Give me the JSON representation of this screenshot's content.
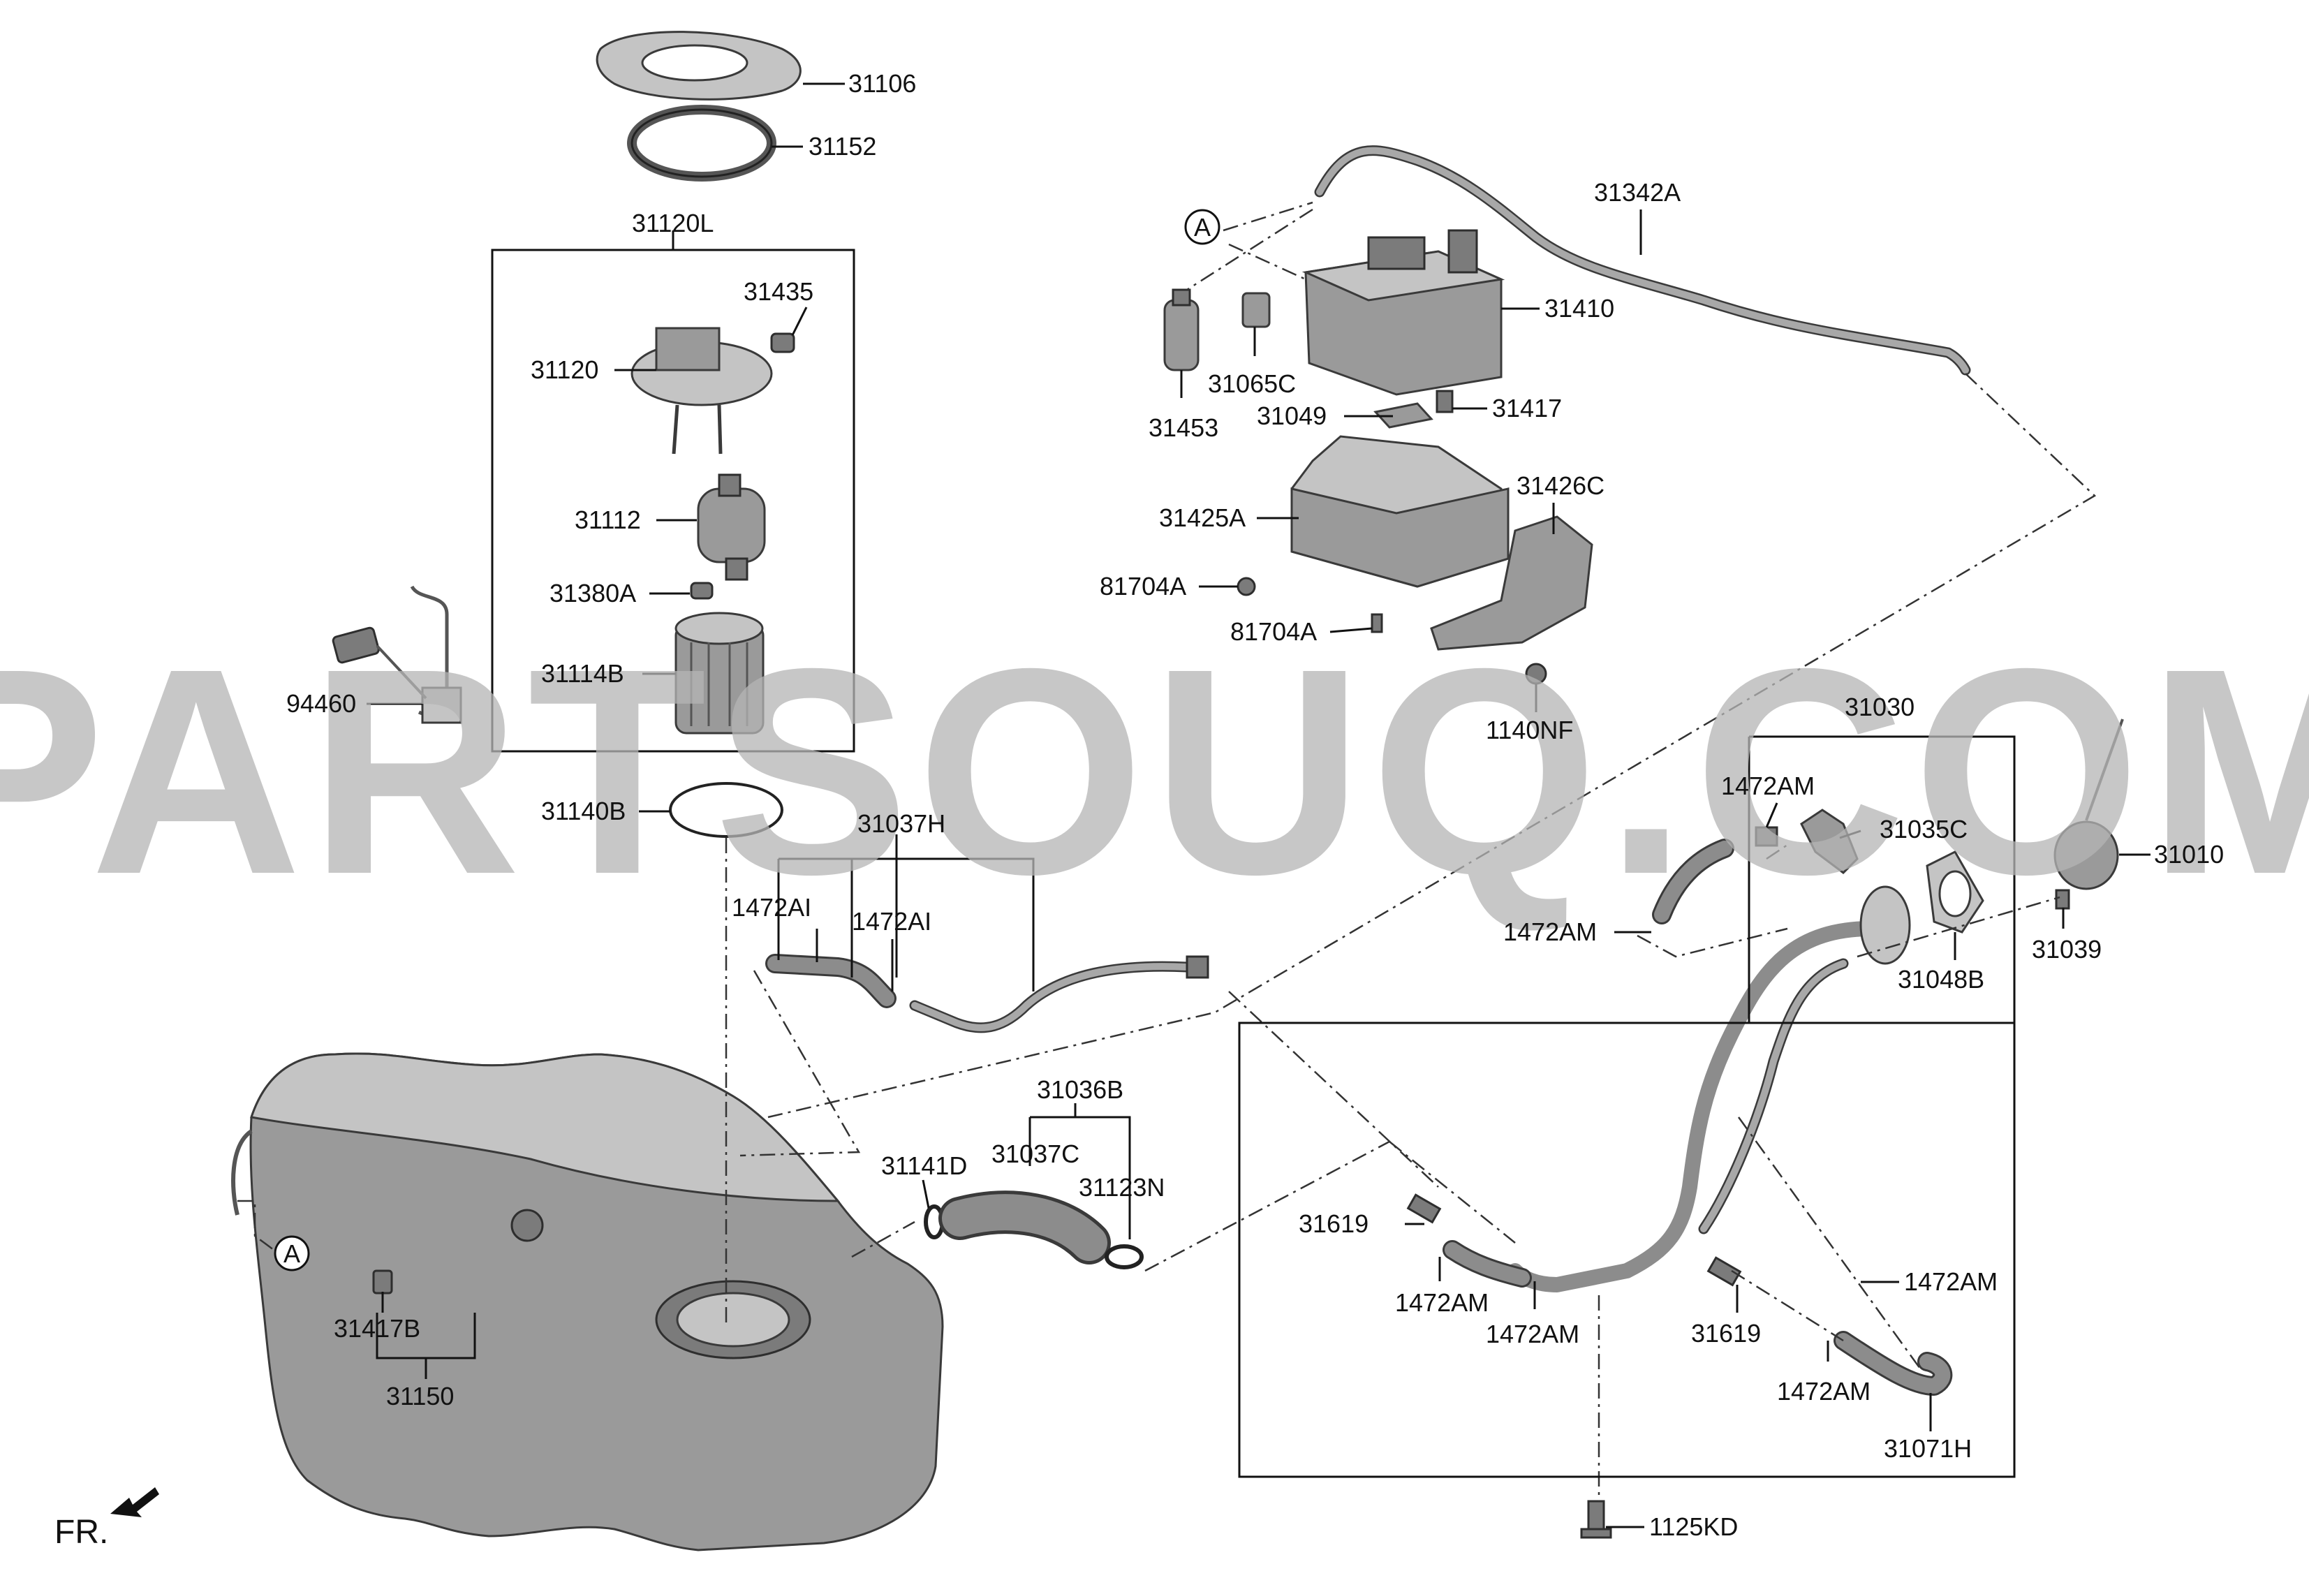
{
  "watermark": "PARTSOUQ.COM",
  "front_marker": "FR.",
  "callout_ref": "A",
  "labels": {
    "p31106": "31106",
    "p31152": "31152",
    "p31120L": "31120L",
    "p31435": "31435",
    "p31120": "31120",
    "p31112": "31112",
    "p31380A": "31380A",
    "p31114B": "31114B",
    "p94460": "94460",
    "p31140B": "31140B",
    "p31037H": "31037H",
    "p1472AI_a": "1472AI",
    "p1472AI_b": "1472AI",
    "p31342A": "31342A",
    "p31410": "31410",
    "p31453": "31453",
    "p31065C": "31065C",
    "p31417": "31417",
    "p31049": "31049",
    "p31426C": "31426C",
    "p31425A": "31425A",
    "p81704A_a": "81704A",
    "p81704A_b": "81704A",
    "p1140NF": "1140NF",
    "p31030": "31030",
    "p1472AM_a": "1472AM",
    "p31035C": "31035C",
    "p31010": "31010",
    "p1472AM_b": "1472AM",
    "p31039": "31039",
    "p31048B": "31048B",
    "p31036B": "31036B",
    "p31037C": "31037C",
    "p31141D": "31141D",
    "p31123N": "31123N",
    "p31619_a": "31619",
    "p1472AM_c": "1472AM",
    "p1472AM_d": "1472AM",
    "p31619_b": "31619",
    "p1472AM_e": "1472AM",
    "p1472AM_f": "1472AM",
    "p31071H": "31071H",
    "p31417B": "31417B",
    "p31150": "31150",
    "p1125KD": "1125KD"
  }
}
